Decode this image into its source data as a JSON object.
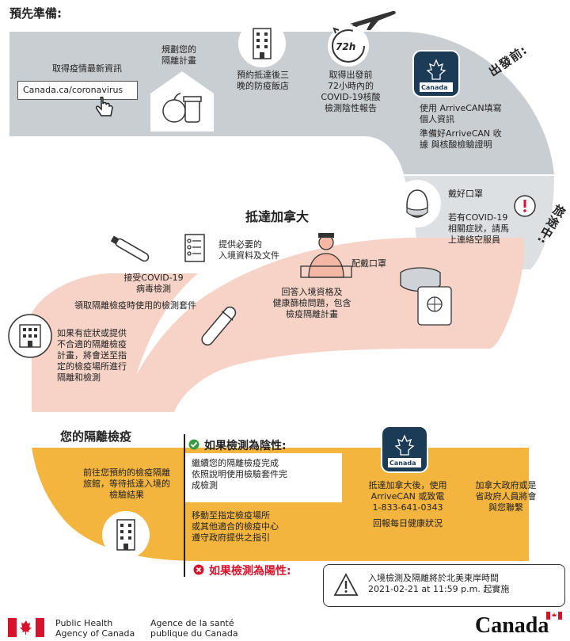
{
  "section_prepare": {
    "title": "預先準備:",
    "latest_info": "取得疫情最新資訊",
    "url": "Canada.ca/coronavirus",
    "plan": "規劃您的\n隔離計畫",
    "hotel": "預約抵達後三\n晚的防疫飯店",
    "test_badge": "72h",
    "test": "取得出發前\n72小時內的\nCOVID-19核酸\n檢測陰性報告"
  },
  "section_depart": {
    "label": "出發前:",
    "app_badge": "Canada",
    "arrivecan_1": "使用 ArriveCAN填寫\n個人資訊",
    "arrivecan_2": "準備好ArriveCAN 收\n據 與核酸檢驗證明"
  },
  "section_travel": {
    "label": "旅途中:",
    "mask": "戴好口罩",
    "symptoms": "若有COVID-19\n相關症狀，請馬\n上連絡空服員"
  },
  "section_arrive": {
    "title": "抵達加拿大",
    "documents": "提供必要的\n入境資料及文件",
    "test_on_arrival": "接受COVID-19\n病毒檢測",
    "kit": "領取隔離檢疫時使用的檢測套件",
    "questions": "回答入境資格及\n健康篩檢問題，包含\n檢疫隔離計畫",
    "wear_mask": "配戴口罩",
    "symptoms_note": "如果有症狀或提供\n不合適的隔離檢疫\n計畫，將會送至指\n定的檢疫場所進行\n隔離和檢測"
  },
  "section_quarantine": {
    "title": "您的隔離檢疫",
    "go_hotel": "前往您預約的檢疫隔離\n旅館，等待抵達入境的\n檢驗結果",
    "negative_title": "如果檢測為陰性:",
    "negative_text": "繼續您的隔離檢疫完成\n依照說明使用檢驗套件完\n成檢測",
    "positive_title": "如果檢測為陽性:",
    "positive_text": "移動至指定檢疫場所\n或其他適合的檢疫中心\n遵守政府提供之指引",
    "app_badge": "Canada",
    "report": "抵達加拿大後，使用\nArriveCAN 或致電\n1-833-641-0343",
    "daily": "回報每日健康狀況",
    "contact": "加拿大政府或是\n省政府人員將會\n與您聯繫",
    "notice": "入境檢測及隔離將於北美東岸時間\n2021-02-21 at 11:59 p.m. 起實施"
  },
  "footer": {
    "phac_en_1": "Public Health",
    "phac_en_2": "Agency of Canada",
    "phac_fr_1": "Agence de la santé",
    "phac_fr_2": "publique du Canada",
    "wordmark": "Canada"
  },
  "colors": {
    "grey_band": "#c9ced3",
    "pink_band": "#f6d3c6",
    "orange_band": "#f4b53f",
    "canada_red": "#d9122b",
    "navy_app": "#1c3b57",
    "check_green": "#3a9b45"
  }
}
